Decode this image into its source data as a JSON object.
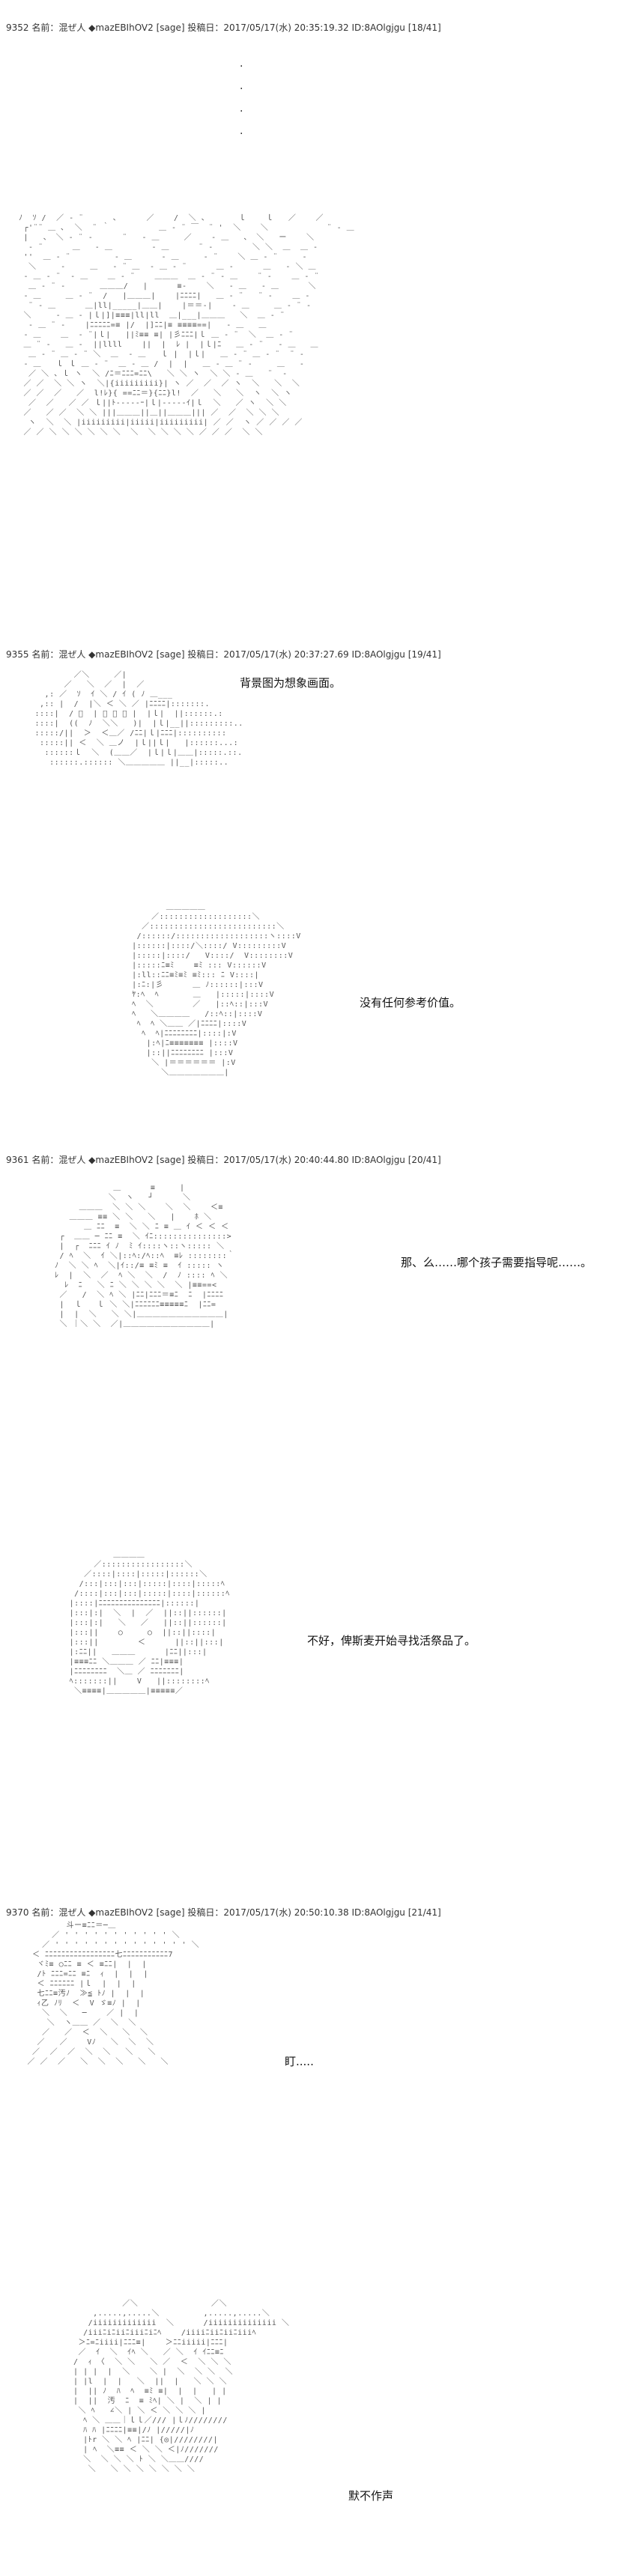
{
  "posts": [
    {
      "header": "9352 名前：混ぜ人 ◆mazEBIhOV2 [sage] 投稿日：2017/05/17(水) 20:35:19.32 ID:8AOlgjgu [18/41]",
      "dots": ".\n.\n.\n.",
      "lines": []
    },
    {
      "header": "9355 名前：混ぜ人 ◆mazEBIhOV2 [sage] 投稿日：2017/05/17(水) 20:37:27.69 ID:8AOlgjgu [19/41]",
      "lines": [
        "背景图为想象画面。",
        "没有任何参考价值。"
      ]
    },
    {
      "header": "9361 名前：混ぜ人 ◆mazEBIhOV2 [sage] 投稿日：2017/05/17(水) 20:40:44.80 ID:8AOlgjgu [20/41]",
      "lines": [
        "那、么……哪个孩子需要指导呢……。",
        "不好，俾斯麦开始寻找活祭品了。"
      ]
    },
    {
      "header": "9370 名前：混ぜ人 ◆mazEBIhOV2 [sage] 投稿日：2017/05/17(水) 20:50:10.38 ID:8AOlgjgu [21/41]",
      "lines": [
        "盯.....",
        "默不作声"
      ]
    }
  ]
}
